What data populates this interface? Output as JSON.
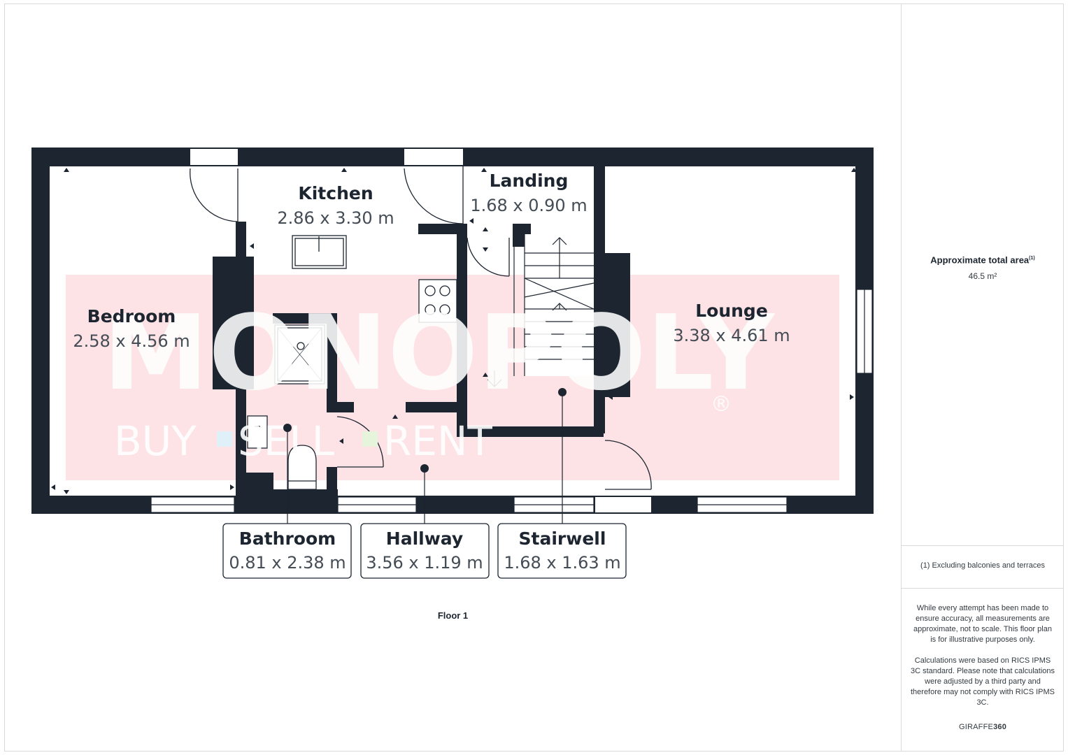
{
  "rooms": {
    "kitchen": {
      "name": "Kitchen",
      "dims": "2.86 x 3.30 m"
    },
    "landing": {
      "name": "Landing",
      "dims": "1.68 x 0.90 m"
    },
    "bedroom": {
      "name": "Bedroom",
      "dims": "2.58 x 4.56 m"
    },
    "lounge": {
      "name": "Lounge",
      "dims": "3.38 x 4.61 m"
    },
    "bathroom": {
      "name": "Bathroom",
      "dims": "0.81 x 2.38 m"
    },
    "hallway": {
      "name": "Hallway",
      "dims": "3.56 x 1.19 m"
    },
    "stairwell": {
      "name": "Stairwell",
      "dims": "1.68 x 1.63 m"
    }
  },
  "floor_label": "Floor 1",
  "watermark": {
    "brand": "MONOPOLY",
    "mark": "®",
    "tagline_words": [
      "BUY",
      "SELL",
      "RENT"
    ]
  },
  "sidebar": {
    "area_title": "Approximate total area",
    "area_sup": "(1)",
    "area_value": "46.5 m²",
    "note": "(1) Excluding balconies and terraces",
    "disclaimer_1": "While every attempt has been made to ensure accuracy, all measurements are approximate, not to scale. This floor plan is for illustrative purposes only.",
    "disclaimer_2": "Calculations were based on RICS IPMS 3C standard. Please note that calculations were adjusted by a third party and therefore may not comply with RICS IPMS 3C.",
    "brand_prefix": "GIRAFFE",
    "brand_suffix": "360"
  },
  "colors": {
    "wall": "#1c2530",
    "watermark_bg": "#fde3e6",
    "sidebar_rule": "#d9d9d9"
  }
}
